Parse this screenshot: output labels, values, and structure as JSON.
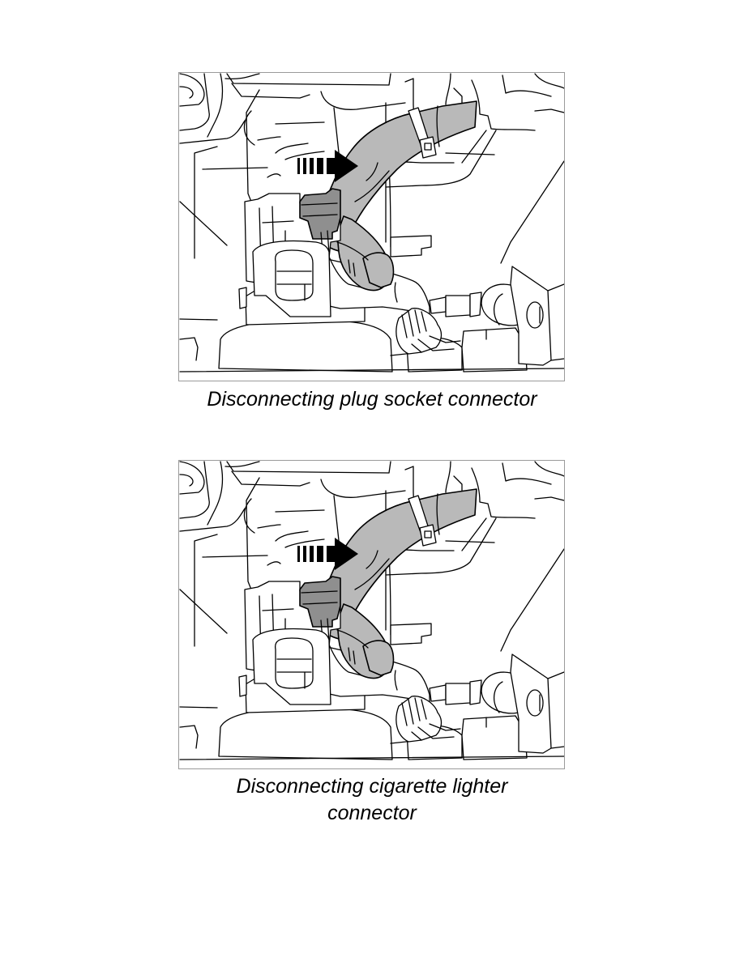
{
  "figures": [
    {
      "id": "plug-socket",
      "caption": "Disconnecting plug socket connector",
      "illustration": "connector-disconnect-diagram",
      "arrow_direction": "right"
    },
    {
      "id": "cigarette-lighter",
      "caption_lines": [
        "Disconnecting cigarette lighter",
        "connector"
      ],
      "illustration": "connector-disconnect-diagram",
      "arrow_direction": "right"
    }
  ],
  "colors": {
    "line": "#000000",
    "harness_fill": "#b9b9b9",
    "connector_fill": "#8f8f8f",
    "frame_border": "#9a9a9a",
    "background": "#ffffff"
  }
}
